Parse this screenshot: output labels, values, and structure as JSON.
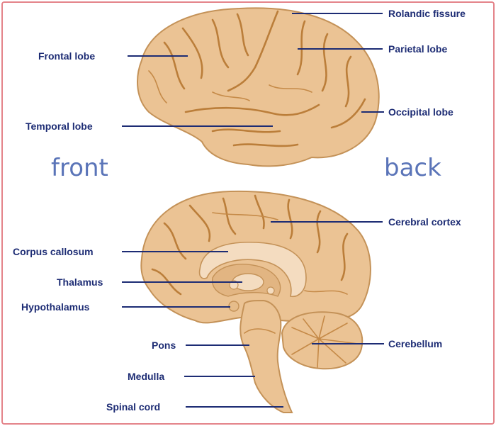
{
  "labels": {
    "rolandic_fissure": "Rolandic fissure",
    "frontal_lobe": "Frontal lobe",
    "parietal_lobe": "Parietal lobe",
    "occipital_lobe": "Occipital lobe",
    "temporal_lobe": "Temporal lobe",
    "front": "front",
    "back": "back",
    "cerebral_cortex": "Cerebral cortex",
    "corpus_callosum": "Corpus callosum",
    "thalamus": "Thalamus",
    "hypothalamus": "Hypothalamus",
    "pons": "Pons",
    "cerebellum": "Cerebellum",
    "medulla": "Medulla",
    "spinal_cord": "Spinal cord"
  },
  "colors": {
    "brain_fill": "#ebc394",
    "brain_outline": "#c49258",
    "sulcus": "#bb7e3a",
    "label_text": "#1d2c74",
    "orientation_text": "#5a74b8",
    "frame_border": "#e4848a",
    "inner_light": "#f4dcc0"
  }
}
